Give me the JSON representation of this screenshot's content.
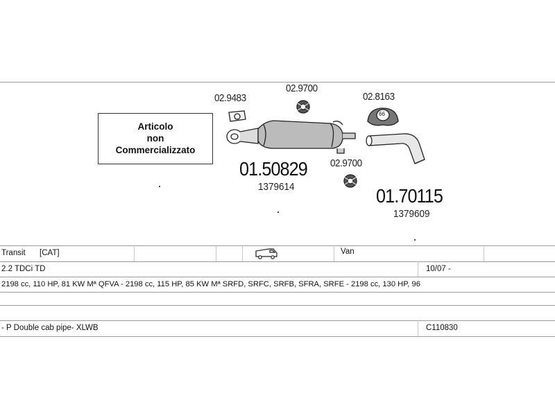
{
  "notice": {
    "line1": "Articolo",
    "line2": "non",
    "line3": "Commercializzato"
  },
  "parts": {
    "gasket_1": "02.9483",
    "ring_1": "02.9700",
    "ring_2": "02.9700",
    "hanger": "02.8163",
    "hanger_label": "66",
    "middle_code": "01.50829",
    "middle_oem": "1379614",
    "rear_code": "01.70115",
    "rear_oem": "1379609"
  },
  "table": {
    "row1": {
      "model": "Transit",
      "cat": "[CAT]",
      "body": "Van"
    },
    "row2": {
      "engine": "2.2 TDCi TD",
      "date": "10/07 -"
    },
    "row3": {
      "specs": "2198 cc, 110 HP, 81 KW Mª QFVA - 2198 cc, 115 HP, 85 KW Mª SRFD, SRFC, SRFB, SFRA, SRFE - 2198 cc, 130 HP, 96"
    },
    "row5": {
      "variant": "- P Double cab pipe- XLWB",
      "ref": "C110830"
    }
  }
}
